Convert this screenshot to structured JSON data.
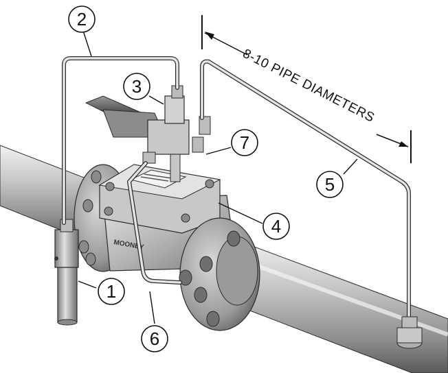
{
  "figure": {
    "dimension_label": "8-10 PIPE DIAMETERS",
    "brand_text": "MOONEY",
    "callouts": [
      {
        "number": "1"
      },
      {
        "number": "2"
      },
      {
        "number": "3"
      },
      {
        "number": "4"
      },
      {
        "number": "5"
      },
      {
        "number": "6"
      },
      {
        "number": "7"
      }
    ]
  },
  "colors": {
    "pipe_light": "#d9d9d9",
    "pipe_mid": "#a6a6a6",
    "pipe_dark": "#5e5e5e",
    "outline": "#2b2b2b",
    "pilot_dark": "#444444"
  }
}
